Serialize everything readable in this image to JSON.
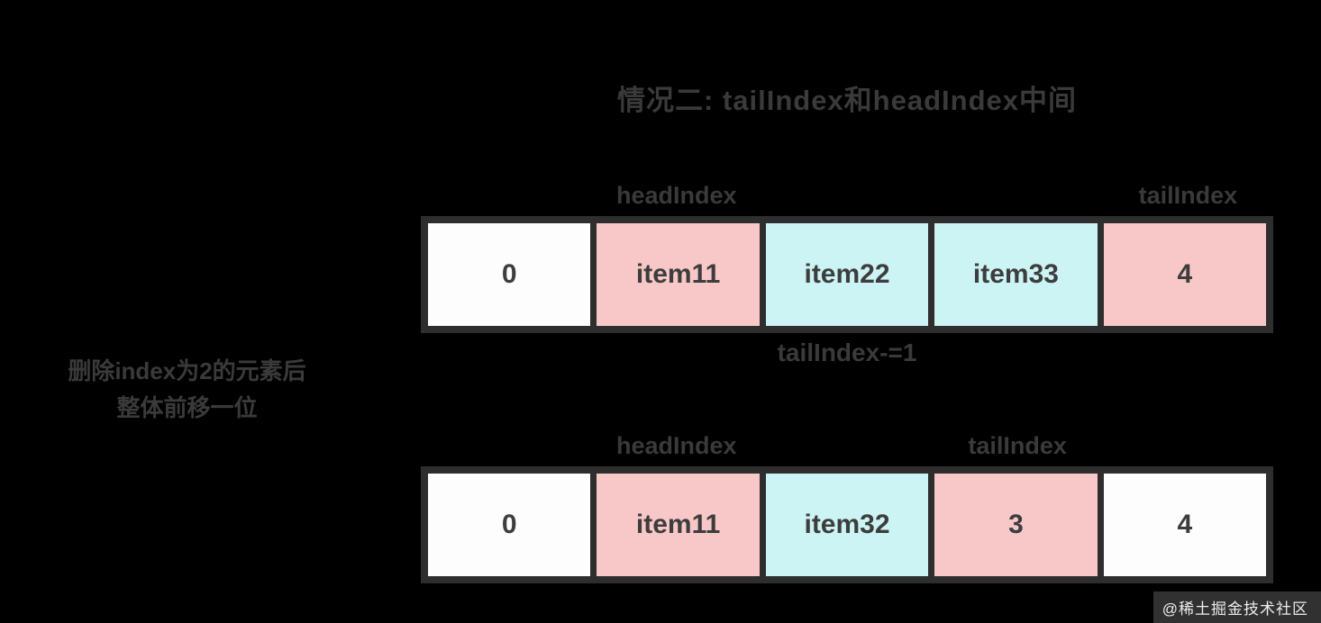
{
  "title": "情况二: tailIndex和headIndex中间",
  "left_note": {
    "line1": "删除index为2的元素后",
    "line2": "整体前移一位"
  },
  "middle_note": "tailIndex-=1",
  "watermark": "@稀土掘金技术社区",
  "colors": {
    "pink": "#f8c8c8",
    "cyan": "#cdf4f4",
    "white": "#fdfdfd",
    "border": "#2e2e2e",
    "dim_text": "#3a3a3a",
    "cell_text": "#3d3d3d",
    "background": "#000000"
  },
  "arrays": [
    {
      "id": "array-before",
      "labels": [
        {
          "name": "head-index-label",
          "text": "headIndex",
          "cell": 1
        },
        {
          "name": "tail-index-label",
          "text": "tailIndex",
          "cell": 4
        }
      ],
      "cells": [
        {
          "text": "0",
          "fill": "white"
        },
        {
          "text": "item11",
          "fill": "pink"
        },
        {
          "text": "item22",
          "fill": "cyan"
        },
        {
          "text": "item33",
          "fill": "cyan"
        },
        {
          "text": "4",
          "fill": "pink"
        }
      ]
    },
    {
      "id": "array-after",
      "labels": [
        {
          "name": "head-index-label",
          "text": "headIndex",
          "cell": 1
        },
        {
          "name": "tail-index-label",
          "text": "tailIndex",
          "cell": 3
        }
      ],
      "cells": [
        {
          "text": "0",
          "fill": "white"
        },
        {
          "text": "item11",
          "fill": "pink"
        },
        {
          "text": "item32",
          "fill": "cyan"
        },
        {
          "text": "3",
          "fill": "pink"
        },
        {
          "text": "4",
          "fill": "white"
        }
      ]
    }
  ]
}
